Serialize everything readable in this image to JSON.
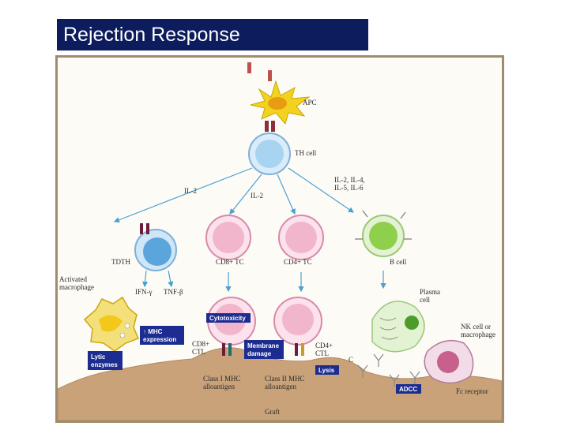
{
  "title": "Rejection Response",
  "labels": {
    "apc": "APC",
    "th_cell": "TH cell",
    "il2_left": "IL-2",
    "il2_mid": "IL-2",
    "il_right_1": "IL-2, IL-4,",
    "il_right_2": "IL-5, IL-6",
    "tdth": "TDTH",
    "cd8_tc": "CD8+ TC",
    "cd4_tc": "CD4+ TC",
    "b_cell": "B cell",
    "activated_macrophage_1": "Activated",
    "activated_macrophage_2": "macrophage",
    "ifn": "IFN-γ",
    "tnf": "TNF-β",
    "plasma_cell_1": "Plasma",
    "plasma_cell_2": "cell",
    "nk_cell_1": "NK cell or",
    "nk_cell_2": "macrophage",
    "cd8_ctl_1": "CD8+",
    "cd8_ctl_2": "CTL",
    "cd4_ctl_1": "CD4+",
    "cd4_ctl_2": "CTL",
    "c_label": "C",
    "class1_1": "Class I MHC",
    "class1_2": "alloantigen",
    "class2_1": "Class II MHC",
    "class2_2": "alloantigen",
    "fc_receptor": "Fc receptor",
    "graft": "Graft"
  },
  "boxes": {
    "cytotoxicity": "Cytotoxicity",
    "mhc_1": "↑ MHC",
    "mhc_2": "expression",
    "membrane_1": "Membrane",
    "membrane_2": "damage",
    "lytic_1": "Lytic",
    "lytic_2": "enzymes",
    "lysis": "Lysis",
    "adcc": "ADCC"
  },
  "colors": {
    "title_bg": "#0c1c5c",
    "box_bg": "#1c2c90",
    "graft": "#c9a27a",
    "apc": "#f2d21c",
    "th_cell": "#a8d4f2",
    "tdth": "#5aa6dc",
    "tc_cell": "#f2b6cc",
    "b_cell": "#8ed04c",
    "nk_cell": "#c8608c"
  }
}
